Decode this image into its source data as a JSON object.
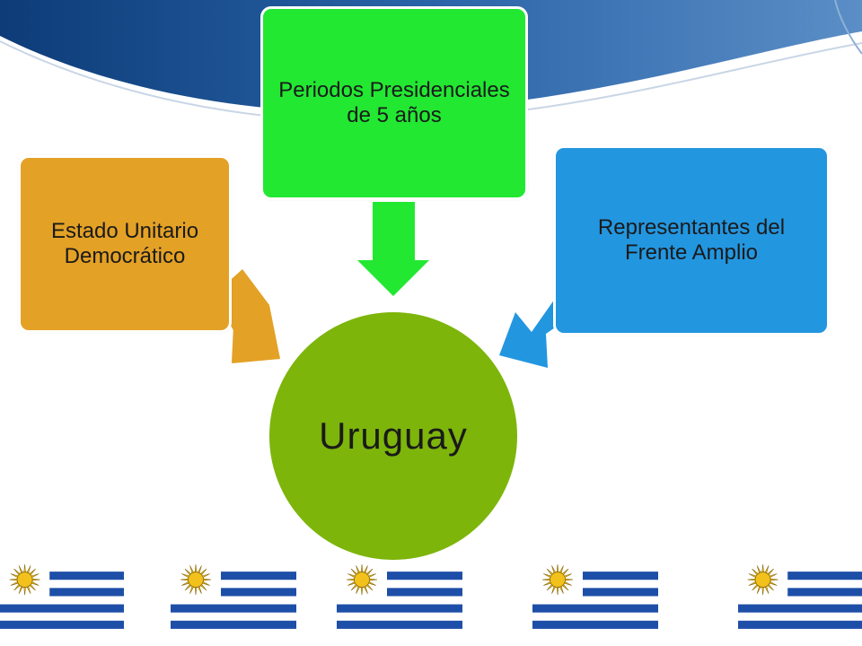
{
  "diagram": {
    "center": {
      "label": "Uruguay",
      "color": "#7DB50B"
    },
    "nodes": [
      {
        "id": "left",
        "label": "Estado Unitario Democrático",
        "color": "#E3A126"
      },
      {
        "id": "top",
        "label": "Periodos Presidenciales de 5 años",
        "color": "#22E832"
      },
      {
        "id": "right",
        "label": "Representantes del Frente Amplio",
        "color": "#2396E0"
      }
    ]
  },
  "decor": {
    "header_swoosh_color": "#1F5A9E",
    "flag_stripe_color": "#1E4FA8",
    "sun_color": "#F2C11B",
    "flag_icon": "uruguay-flag-icon"
  }
}
